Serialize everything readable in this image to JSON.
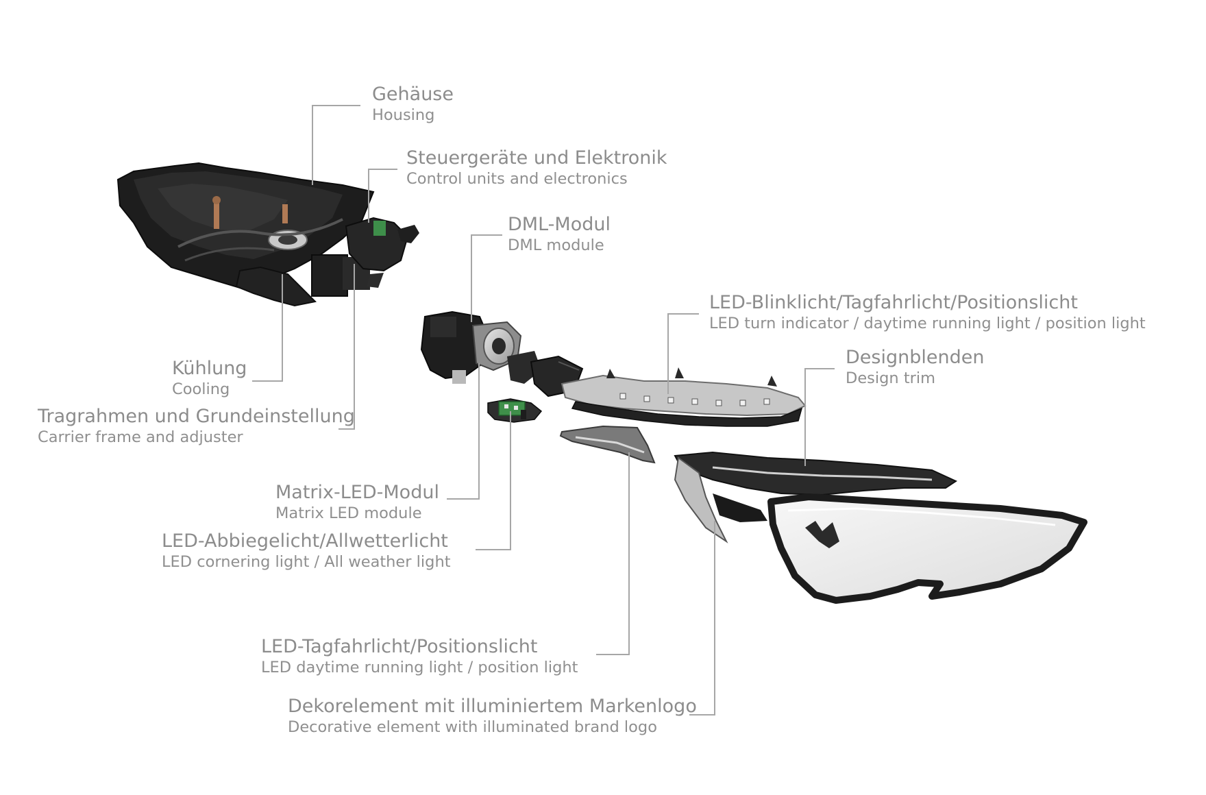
{
  "labels": {
    "housing": {
      "de": "Gehäuse",
      "en": "Housing"
    },
    "control_units": {
      "de": "Steuergeräte und Elektronik",
      "en": "Control units and electronics"
    },
    "dml_module": {
      "de": "DML-Modul",
      "en": "DML module"
    },
    "turn_indicator": {
      "de": "LED-Blinklicht/Tagfahrlicht/Positionslicht",
      "en": "LED turn indicator / daytime running light / position light"
    },
    "design_trim": {
      "de": "Designblenden",
      "en": "Design trim"
    },
    "cooling": {
      "de": "Kühlung",
      "en": "Cooling"
    },
    "carrier_frame": {
      "de": "Tragrahmen und Grundeinstellung",
      "en": "Carrier frame and adjuster"
    },
    "matrix_led": {
      "de": "Matrix-LED-Modul",
      "en": "Matrix LED module"
    },
    "cornering_light": {
      "de": "LED-Abbiegelicht/Allwetterlicht",
      "en": "LED cornering light / All weather light"
    },
    "daytime_light": {
      "de": "LED-Tagfahrlicht/Positionslicht",
      "en": "LED daytime running light / position light"
    },
    "decorative_element": {
      "de": "Dekorelement mit illuminiertem Markenlogo",
      "en": "Decorative element with illuminated brand logo"
    }
  },
  "colors": {
    "text": "#8c8c8c",
    "leader_line": "#a6a6a6",
    "part_dark": "#1c1c1c",
    "part_metal": "#c9c9c9",
    "pcb_green": "#3f8f4a"
  }
}
